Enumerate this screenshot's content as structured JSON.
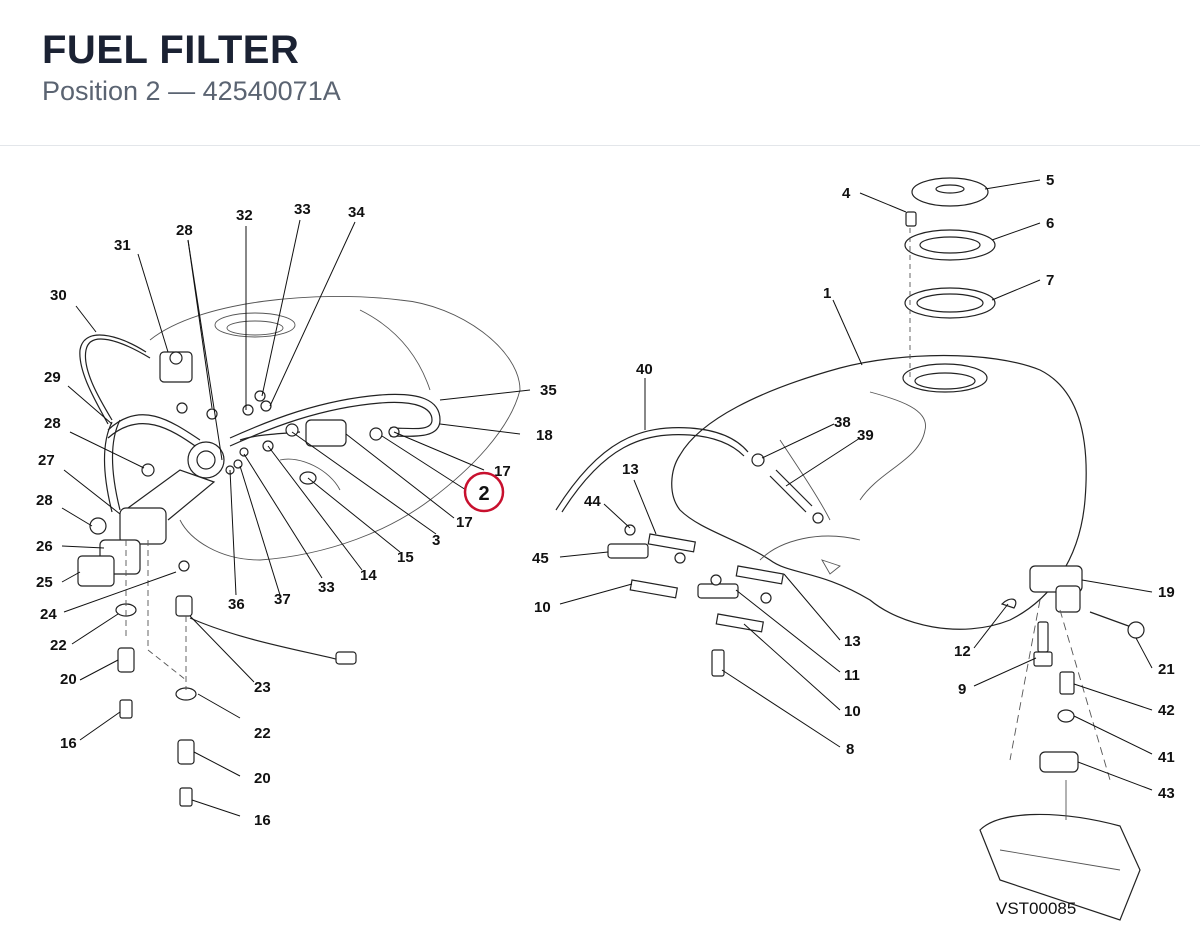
{
  "header": {
    "title": "FUEL FILTER",
    "subtitle": "Position 2 — 42540071A"
  },
  "diagram": {
    "drawing_code": "VST00085",
    "highlight": {
      "label": "2",
      "color": "#c8102e"
    },
    "callouts": [
      {
        "id": "c1",
        "label": "1"
      },
      {
        "id": "c3",
        "label": "3"
      },
      {
        "id": "c4",
        "label": "4"
      },
      {
        "id": "c5",
        "label": "5"
      },
      {
        "id": "c6",
        "label": "6"
      },
      {
        "id": "c7",
        "label": "7"
      },
      {
        "id": "c8",
        "label": "8"
      },
      {
        "id": "c9",
        "label": "9"
      },
      {
        "id": "c10a",
        "label": "10"
      },
      {
        "id": "c10b",
        "label": "10"
      },
      {
        "id": "c11",
        "label": "11"
      },
      {
        "id": "c12",
        "label": "12"
      },
      {
        "id": "c13a",
        "label": "13"
      },
      {
        "id": "c13b",
        "label": "13"
      },
      {
        "id": "c14",
        "label": "14"
      },
      {
        "id": "c15",
        "label": "15"
      },
      {
        "id": "c16a",
        "label": "16"
      },
      {
        "id": "c16b",
        "label": "16"
      },
      {
        "id": "c17a",
        "label": "17"
      },
      {
        "id": "c17b",
        "label": "17"
      },
      {
        "id": "c18",
        "label": "18"
      },
      {
        "id": "c19",
        "label": "19"
      },
      {
        "id": "c20a",
        "label": "20"
      },
      {
        "id": "c20b",
        "label": "20"
      },
      {
        "id": "c21",
        "label": "21"
      },
      {
        "id": "c22a",
        "label": "22"
      },
      {
        "id": "c22b",
        "label": "22"
      },
      {
        "id": "c23",
        "label": "23"
      },
      {
        "id": "c24",
        "label": "24"
      },
      {
        "id": "c25",
        "label": "25"
      },
      {
        "id": "c26",
        "label": "26"
      },
      {
        "id": "c27",
        "label": "27"
      },
      {
        "id": "c28a",
        "label": "28"
      },
      {
        "id": "c28b",
        "label": "28"
      },
      {
        "id": "c29",
        "label": "29"
      },
      {
        "id": "c30",
        "label": "30"
      },
      {
        "id": "c31",
        "label": "31"
      },
      {
        "id": "c32",
        "label": "32"
      },
      {
        "id": "c33a",
        "label": "33"
      },
      {
        "id": "c33b",
        "label": "33"
      },
      {
        "id": "c34",
        "label": "34"
      },
      {
        "id": "c35",
        "label": "35"
      },
      {
        "id": "c36",
        "label": "36"
      },
      {
        "id": "c37",
        "label": "37"
      },
      {
        "id": "c38",
        "label": "38"
      },
      {
        "id": "c39",
        "label": "39"
      },
      {
        "id": "c40",
        "label": "40"
      },
      {
        "id": "c41",
        "label": "41"
      },
      {
        "id": "c42",
        "label": "42"
      },
      {
        "id": "c43",
        "label": "43"
      },
      {
        "id": "c44",
        "label": "44"
      },
      {
        "id": "c45",
        "label": "45"
      }
    ]
  }
}
